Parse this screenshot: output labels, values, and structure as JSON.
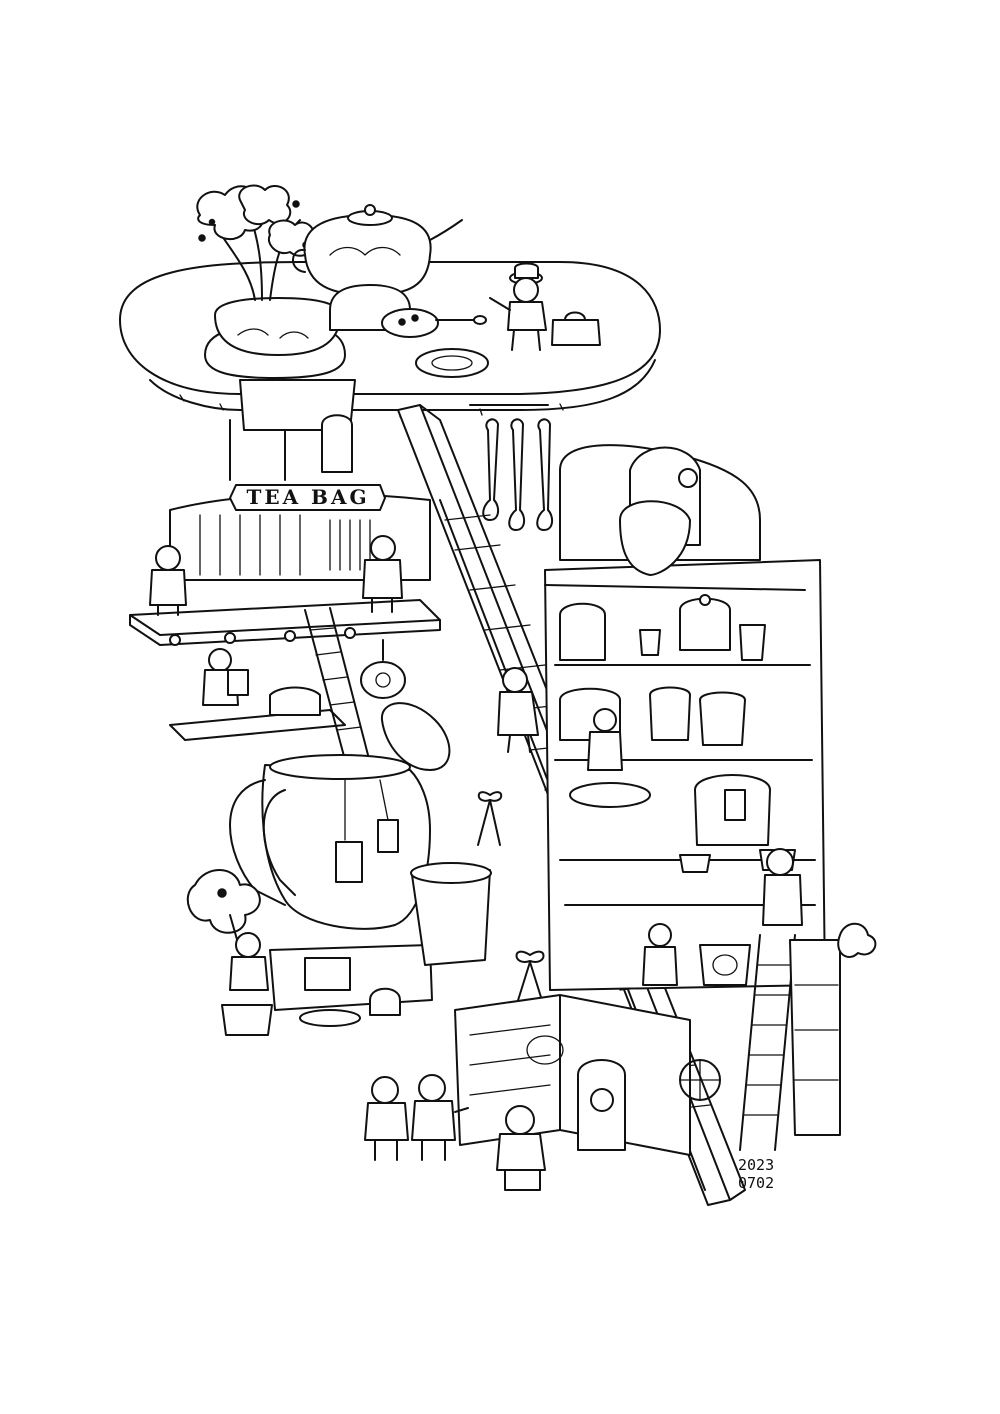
{
  "illustration": {
    "tea_bag_sign": "TEA BAG",
    "date_line_1": "2023",
    "date_line_2": "0702"
  },
  "colors": {
    "ink": "#111111",
    "paper": "#ffffff"
  }
}
